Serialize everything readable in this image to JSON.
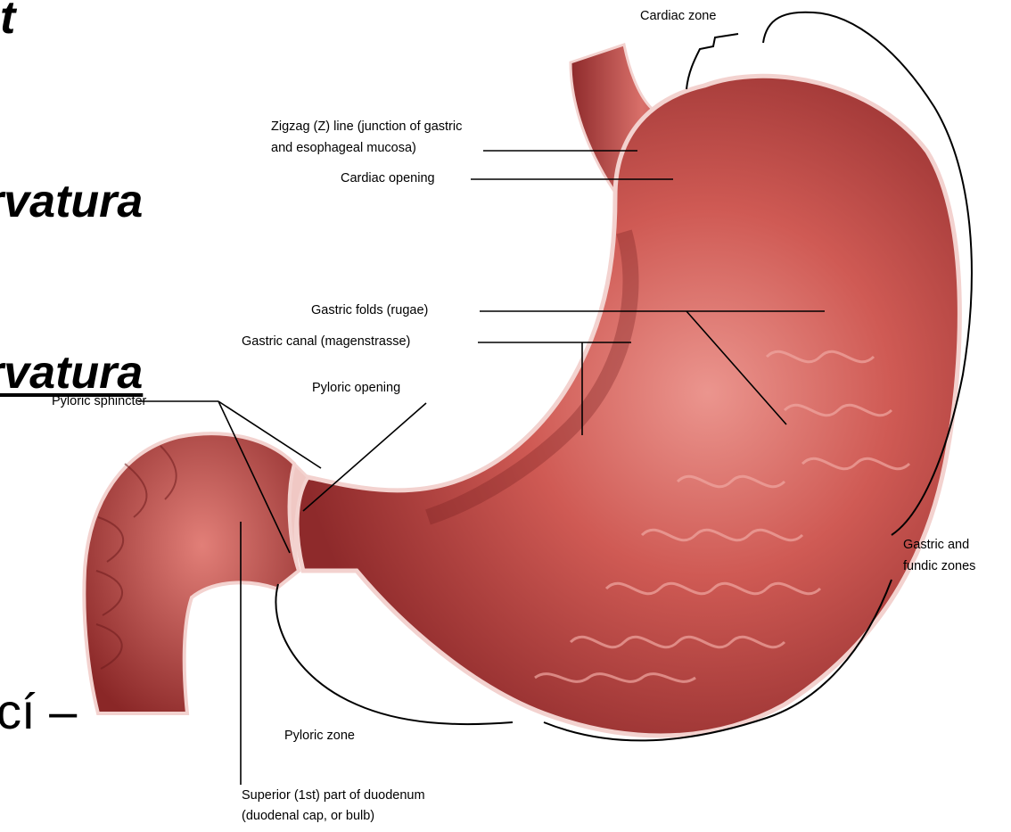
{
  "slide": {
    "hash_fragment": "t",
    "curvatura_top": "rvatura",
    "curvatura_bottom": "rvatura",
    "bottom_fragment": "cí –"
  },
  "colors": {
    "stomach_main": "#c8504c",
    "stomach_dark": "#8e2a2b",
    "stomach_light": "#e07d77",
    "wall_outline": "#f3d2cf",
    "background": "#ffffff",
    "leader_lines": "#000000"
  },
  "labels": {
    "cardiac_zone": "Cardiac zone",
    "zigzag_line_1": "Zigzag (Z) line (junction of gastric",
    "zigzag_line_2": "and esophageal mucosa)",
    "cardiac_opening": "Cardiac opening",
    "gastric_folds": "Gastric folds (rugae)",
    "gastric_canal": "Gastric canal (magenstrasse)",
    "pyloric_opening": "Pyloric opening",
    "pyloric_sphincter": "Pyloric sphincter",
    "gastric_fundic_1": "Gastric and",
    "gastric_fundic_2": "fundic zones",
    "pyloric_zone": "Pyloric zone",
    "duodenum_1": "Superior (1st) part of duodenum",
    "duodenum_2": "(duodenal cap, or bulb)"
  }
}
